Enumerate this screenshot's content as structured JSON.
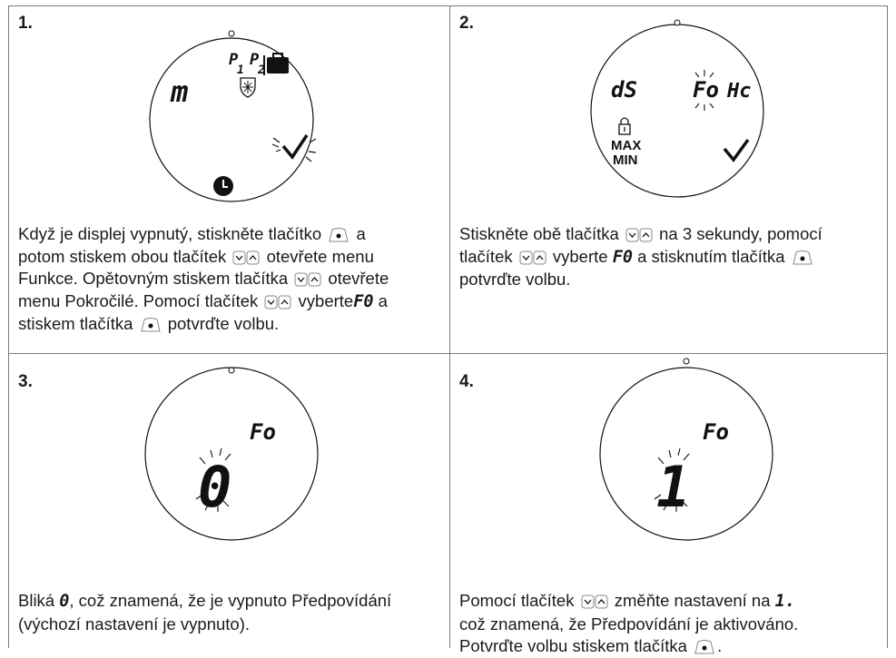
{
  "panels": [
    {
      "number": "1.",
      "lcd": {
        "segment": "m",
        "p1": "P",
        "p1_sub": "1",
        "p2": "P",
        "p2_sub": "2"
      },
      "text": {
        "l1a": "Když je displej vypnutý, stiskněte tlačítko",
        "l1b": "a",
        "l2a": "potom stiskem obou tlačítek",
        "l2b": "otevřete menu",
        "l3a": "Funkce. Opětovným stiskem tlačítka",
        "l3b": "otevřete",
        "l4a": "menu Pokročilé. Pomocí tlačítek",
        "l4b": "vyberte",
        "l4c": "F0",
        "l4d": "a",
        "l5a": "stiskem tlačítka",
        "l5b": "potvrďte volbu."
      }
    },
    {
      "number": "2.",
      "lcd": {
        "left": "dS",
        "fo": "Fo",
        "hc": "Hc",
        "max": "MAX",
        "min": "MIN"
      },
      "text": {
        "l1a": "Stiskněte obě tlačítka",
        "l1b": "na 3 sekundy, pomocí",
        "l2a": "tlačítek",
        "l2b": "vyberte",
        "l2c": "F0",
        "l2d": "a stisknutím tlačítka",
        "l3a": "potvrďte volbu."
      }
    },
    {
      "number": "3.",
      "lcd": {
        "fo": "Fo",
        "digit": "0"
      },
      "text": {
        "l1a": "Bliká",
        "l1b": "0",
        "l1c": ", což znamená, že je vypnuto Předpovídání",
        "l2a": "(výchozí nastavení je vypnuto)."
      }
    },
    {
      "number": "4.",
      "lcd": {
        "fo": "Fo",
        "digit": "1"
      },
      "text": {
        "l1a": "Pomocí tlačítek",
        "l1b": "změňte nastavení na",
        "l1c": "1.",
        "l2a": "což znamená, že Předpovídání je aktivováno.",
        "l3a": "Potvrďte volbu stiskem tlačítka",
        "l3b": "."
      }
    }
  ]
}
